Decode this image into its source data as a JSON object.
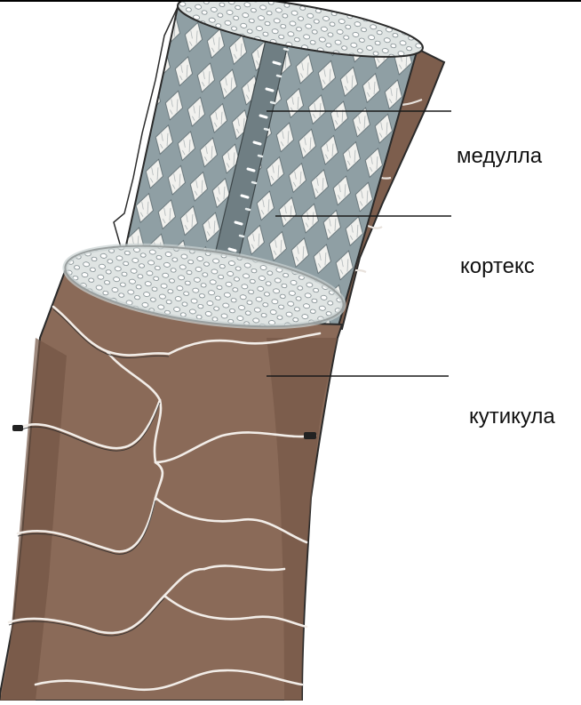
{
  "labels": {
    "medulla": "медулла",
    "cortex": "кортекс",
    "cuticle": "кутикула"
  },
  "colors": {
    "cuticle": "#8a6a58",
    "cuticle_dark": "#6e5142",
    "cuticle_light": "#a3826f",
    "cortex_mesh": "#8f9fa4",
    "cortex_cell": "#f1f1ee",
    "cross_section": "#d9dedd",
    "outline": "#2a2a2a",
    "leader_line": "#1a1a1a"
  },
  "icons": [
    "hair-shaft-illustration"
  ]
}
